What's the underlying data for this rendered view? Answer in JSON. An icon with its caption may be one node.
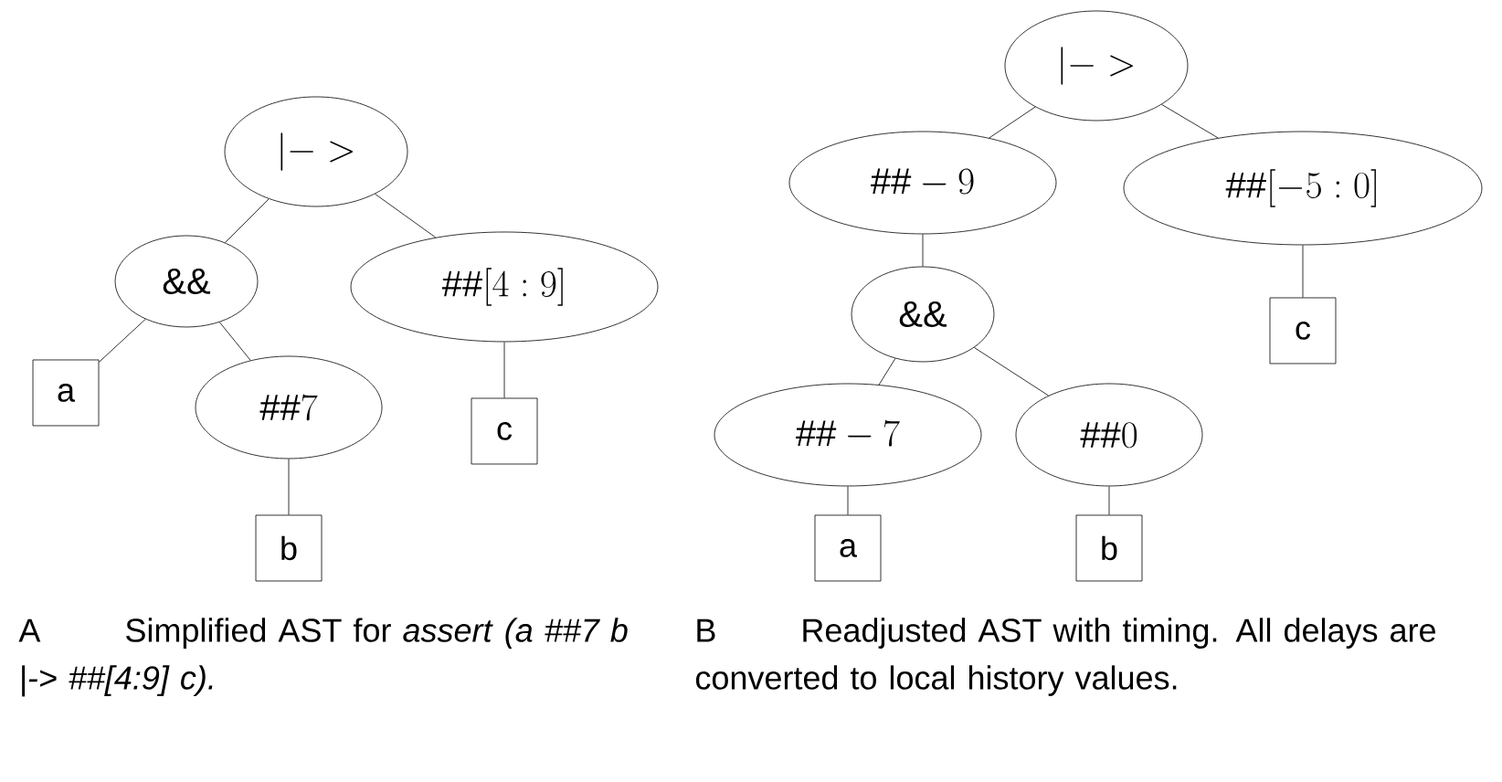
{
  "diagram": {
    "nodes": [
      {
        "text": [
          "|->"
        ]
      },
      {
        "text": [
          "\\&\\&"
        ]
      },
      {
        "text": [
          "\\#\\#[4:9]"
        ]
      },
      {
        "text": [
          "a"
        ]
      },
      {
        "text": [
          "\\#\\#7"
        ]
      },
      {
        "text": [
          "c"
        ]
      },
      {
        "text": [
          "b"
        ]
      },
      {
        "text": [
          "|->"
        ]
      },
      {
        "text": [
          "\\#\\#-9"
        ]
      },
      {
        "text": [
          "\\#\\#[-5:0]"
        ]
      },
      {
        "text": [
          "c"
        ]
      },
      {
        "text": [
          "\\&\\&"
        ]
      },
      {
        "text": [
          "\\#\\#-7"
        ]
      },
      {
        "text": [
          "\\#\\#0"
        ]
      },
      {
        "text": [
          "a"
        ]
      },
      {
        "text": [
          "b"
        ]
      }
    ],
    "edges": [
      {
        "from": 0,
        "to": 1,
        "arrow": "none"
      },
      {
        "from": 0,
        "to": 2,
        "arrow": "none"
      },
      {
        "from": 1,
        "to": 3,
        "arrow": "none"
      },
      {
        "from": 1,
        "to": 4,
        "arrow": "none"
      },
      {
        "from": 2,
        "to": 5,
        "arrow": "none"
      },
      {
        "from": 4,
        "to": 6,
        "arrow": "none"
      },
      {
        "from": 7,
        "to": 8,
        "arrow": "none"
      },
      {
        "from": 7,
        "to": 9,
        "arrow": "none"
      },
      {
        "from": 8,
        "to": 11,
        "arrow": "none"
      },
      {
        "from": 9,
        "to": 10,
        "arrow": "none"
      },
      {
        "from": 11,
        "to": 12,
        "arrow": "none"
      },
      {
        "from": 11,
        "to": 13,
        "arrow": "none"
      },
      {
        "from": 12,
        "to": 14,
        "arrow": "none"
      },
      {
        "from": 13,
        "to": 15,
        "arrow": "none"
      }
    ],
    "labels": [
      "A",
      "Simplified AST for *assert* *(a ##7 b |-> ##[4:9] c).*",
      "B",
      "Readjusted AST with timing. All delays are converted to local history values."
    ]
  }
}
